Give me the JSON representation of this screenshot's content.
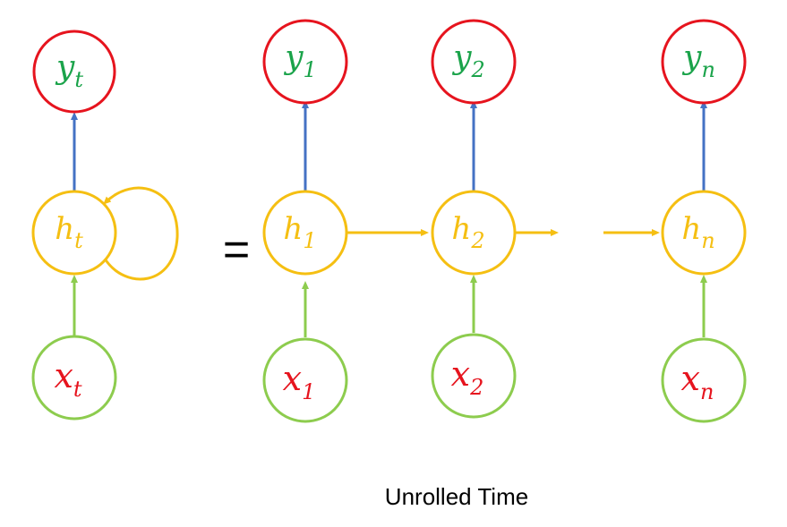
{
  "colors": {
    "output": "#e6141e",
    "output_text": "#1aa34a",
    "hidden": "#f5bf12",
    "input": "#8dcc4e",
    "input_text": "#e6141e",
    "arrow_up": "#4472c4",
    "arrow_hidden": "#f5bf12",
    "arrow_input": "#8dcc4e"
  },
  "equals_sign": "=",
  "caption": "Unrolled Time",
  "columns": [
    {
      "id": "t",
      "output": {
        "var": "y",
        "sub": "t"
      },
      "hidden": {
        "var": "h",
        "sub": "t"
      },
      "input": {
        "var": "x",
        "sub": "t"
      }
    },
    {
      "id": "1",
      "output": {
        "var": "y",
        "sub": "1"
      },
      "hidden": {
        "var": "h",
        "sub": "1"
      },
      "input": {
        "var": "x",
        "sub": "1"
      }
    },
    {
      "id": "2",
      "output": {
        "var": "y",
        "sub": "2"
      },
      "hidden": {
        "var": "h",
        "sub": "2"
      },
      "input": {
        "var": "x",
        "sub": "2"
      }
    },
    {
      "id": "n",
      "output": {
        "var": "y",
        "sub": "n"
      },
      "hidden": {
        "var": "h",
        "sub": "n"
      },
      "input": {
        "var": "x",
        "sub": "n"
      }
    }
  ]
}
